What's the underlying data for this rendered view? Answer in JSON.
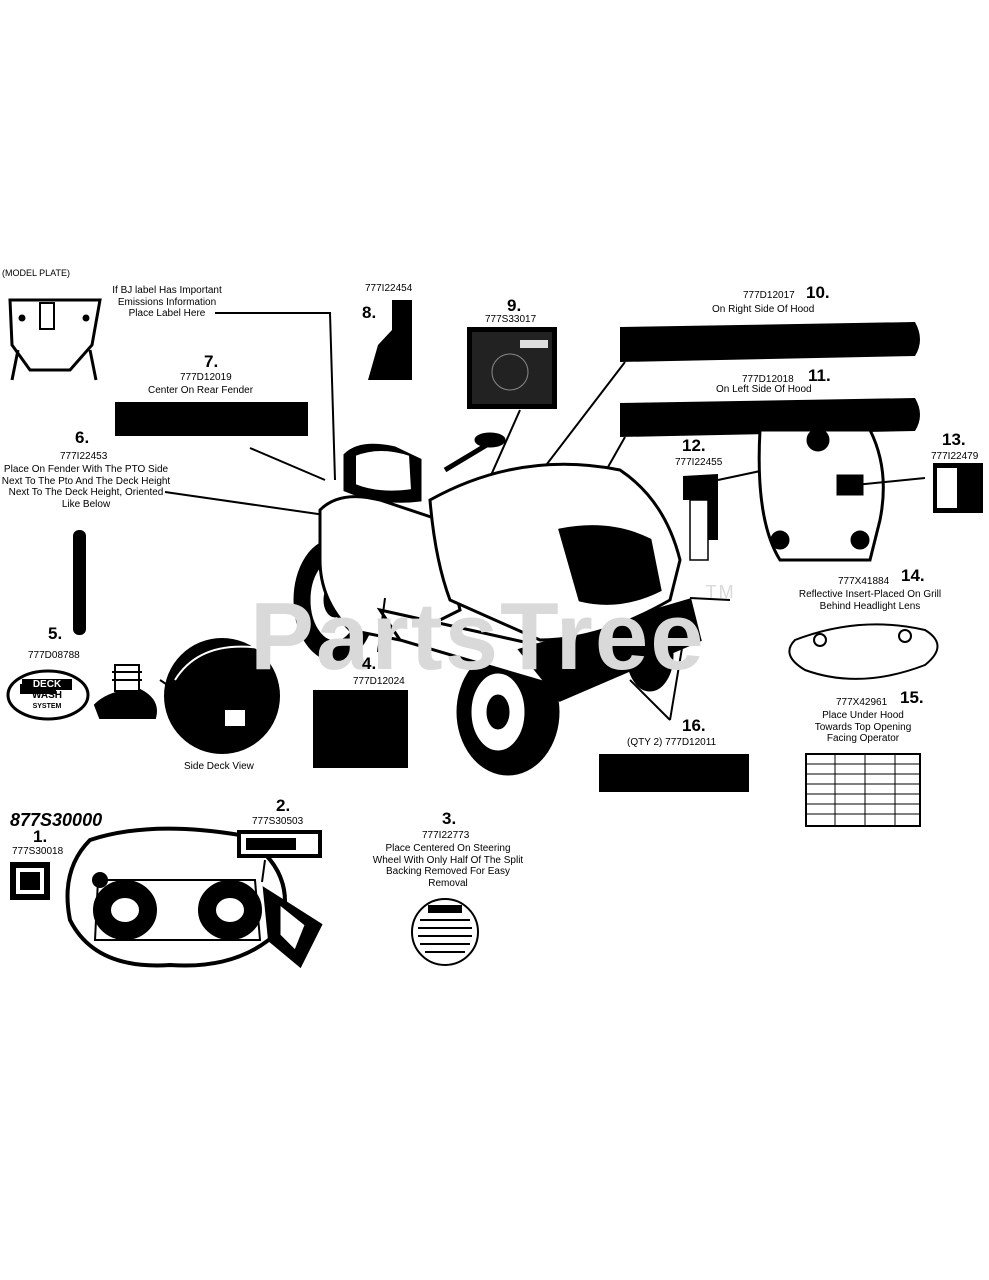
{
  "watermark": "PartsTree",
  "watermark_tm": "TM",
  "model_plate": "(MODEL PLATE)",
  "bj_note": "If BJ label Has Important Emissions Information Place Label Here",
  "kit_number": "877S30000",
  "side_deck_view": "Side Deck View",
  "deck_wash_logo": [
    "DECK",
    "WASH",
    "SYSTEM"
  ],
  "callouts": [
    {
      "num": "1.",
      "part": "777S30018",
      "instruction": ""
    },
    {
      "num": "2.",
      "part": "777S30503",
      "instruction": ""
    },
    {
      "num": "3.",
      "part": "777I22773",
      "instruction": "Place Centered On Steering Wheel With Only Half Of The Split Backing Removed For Easy Removal"
    },
    {
      "num": "4.",
      "part": "777D12024",
      "instruction": ""
    },
    {
      "num": "5.",
      "part": "777D08788",
      "instruction": ""
    },
    {
      "num": "6.",
      "part": "777I22453",
      "instruction": "Place On Fender With The PTO Side Next To The Pto And The Deck Height Next To The Deck Height, Oriented Like Below"
    },
    {
      "num": "7.",
      "part": "777D12019",
      "instruction": "Center On Rear Fender"
    },
    {
      "num": "8.",
      "part": "777I22454",
      "instruction": ""
    },
    {
      "num": "9.",
      "part": "777S33017",
      "instruction": ""
    },
    {
      "num": "10.",
      "part": "777D12017",
      "instruction": "On Right Side Of Hood"
    },
    {
      "num": "11.",
      "part": "777D12018",
      "instruction": "On Left Side Of Hood"
    },
    {
      "num": "12.",
      "part": "777I22455",
      "instruction": ""
    },
    {
      "num": "13.",
      "part": "777I22479",
      "instruction": ""
    },
    {
      "num": "14.",
      "part": "777X41884",
      "instruction": "Reflective Insert-Placed On Grill Behind Headlight Lens"
    },
    {
      "num": "15.",
      "part": "777X42961",
      "instruction": "Place Under Hood Towards Top Opening Facing Operator"
    },
    {
      "num": "16.",
      "part": "(QTY 2) 777D12011",
      "instruction": ""
    }
  ],
  "colors": {
    "ink": "#000000",
    "paper": "#ffffff",
    "watermark": "#d9d9d9"
  }
}
